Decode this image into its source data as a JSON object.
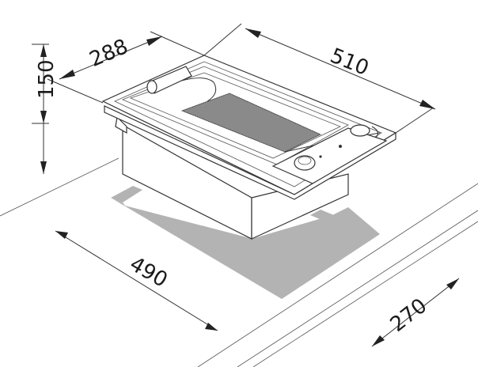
{
  "dimensions": {
    "depth": "288",
    "width": "510",
    "height": "150",
    "cutout_width": "490",
    "cutout_depth": "270"
  },
  "colors": {
    "line": "#333333",
    "cutout_fill": "#b3b3b3",
    "text": "#1a1a1a",
    "background": "#ffffff"
  }
}
